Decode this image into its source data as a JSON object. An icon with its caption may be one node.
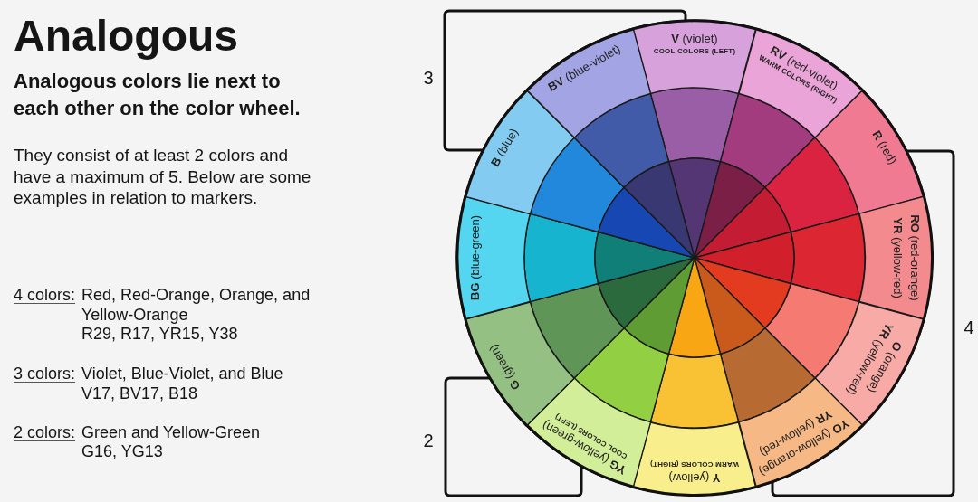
{
  "diagram": {
    "title": "Analogous",
    "nodes": [
      {
        "text": [],
        "shape": "circle"
      },
      {
        "text": [
          "**V** (violet)",
          "COOL COLORS (LEFT)"
        ],
        "in": 0
      },
      {
        "text": [
          "**RV** (red-violet)",
          "WARM COLORS (RIGHT)"
        ],
        "in": 0
      },
      {
        "text": [
          "**R** (red)"
        ],
        "in": 0
      },
      {
        "text": [
          "**RO** (red-orange)",
          "**YR** (yellow-red)"
        ],
        "in": 0
      },
      {
        "text": [
          "**O** (orange)",
          "**YR** (yellow-red)"
        ],
        "in": 0
      },
      {
        "text": [
          "**YO** (yellow-orange)",
          "**YR** (yellow-red)"
        ],
        "in": 0
      },
      {
        "text": [
          "**Y** (yellow)",
          "WARM COLORS (RIGHT)"
        ],
        "in": 0
      },
      {
        "text": [
          "**YG** (yellow-green)",
          "COOL COLORS (LEFT)"
        ],
        "in": 0
      },
      {
        "text": [
          "**G** (green)"
        ],
        "in": 0
      },
      {
        "text": [
          "**BG** (blue-green)"
        ],
        "in": 0
      },
      {
        "text": [
          "**B** (blue)"
        ],
        "in": 0
      },
      {
        "text": [
          "**BV** (blue-violet)"
        ],
        "in": 0
      }
    ],
    "labels": [
      "Analogous colors lie next to each other on the color wheel.",
      "They consist of at least 2 colors and have a maximum of 5. Below are some examples in relation to markers.",
      "4 colors:",
      "Red, Red-Orange, Orange, and Yellow-Orange",
      "R29, R17, YR15, Y38",
      "3 colors:",
      "Violet, Blue-Violet, and Blue",
      "V17, BV17, B18",
      "2 colors:",
      "Green and Yellow-Green",
      "G16, YG13",
      "3",
      "4",
      "2"
    ]
  }
}
